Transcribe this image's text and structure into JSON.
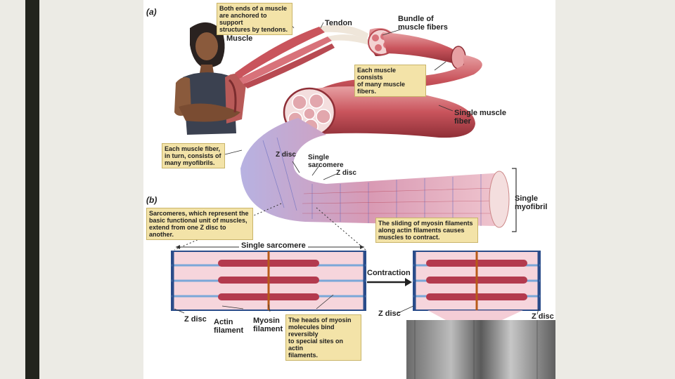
{
  "part_labels": {
    "a": "(a)",
    "b": "(b)"
  },
  "callouts": {
    "anchored": "Both ends of a muscle\nare anchored to support\nstructures by tendons.",
    "many_fibers": "Each muscle consists\nof many muscle fibers.",
    "myofibrils": "Each muscle fiber,\nin turn, consists of\nmany myofibrils.",
    "sarcomeres": "Sarcomeres, which represent the\nbasic functional unit of muscles,\nextend from one Z disc to another.",
    "sliding": "The sliding of myosin filaments\nalong actin filaments causes\nmuscles to contract.",
    "heads": "The heads of myosin\nmolecules bind reversibly\nto special sites on actin\nfilaments."
  },
  "labels": {
    "tendon": "Tendon",
    "muscle": "Muscle",
    "bundle": "Bundle of\nmuscle fibers",
    "single_fiber": "Single muscle\nfiber",
    "z_disc_top": "Z disc",
    "single_sarcomere_top": "Single\nsarcomere",
    "z_disc_mid": "Z disc",
    "single_myofibril": "Single\nmyofibril",
    "single_sarcomere_bar": "Single sarcomere",
    "contraction": "Contraction",
    "z_disc_left": "Z disc",
    "actin": "Actin\nfilament",
    "myosin": "Myosin\nfilament",
    "z_disc_right1": "Z disc",
    "z_disc_right2": "Z disc"
  },
  "colors": {
    "muscle_red": "#c9545c",
    "muscle_light": "#e9a3a6",
    "tendon": "#efe6da",
    "callout_fill": "#f3e3a8",
    "sarcomere_bg": "#f6d5dc",
    "actin_blue": "#7aa7d8",
    "z_line": "#b85a1a",
    "myosin": "#b33a4e",
    "myofibril_purple": "#a9a7d8"
  }
}
